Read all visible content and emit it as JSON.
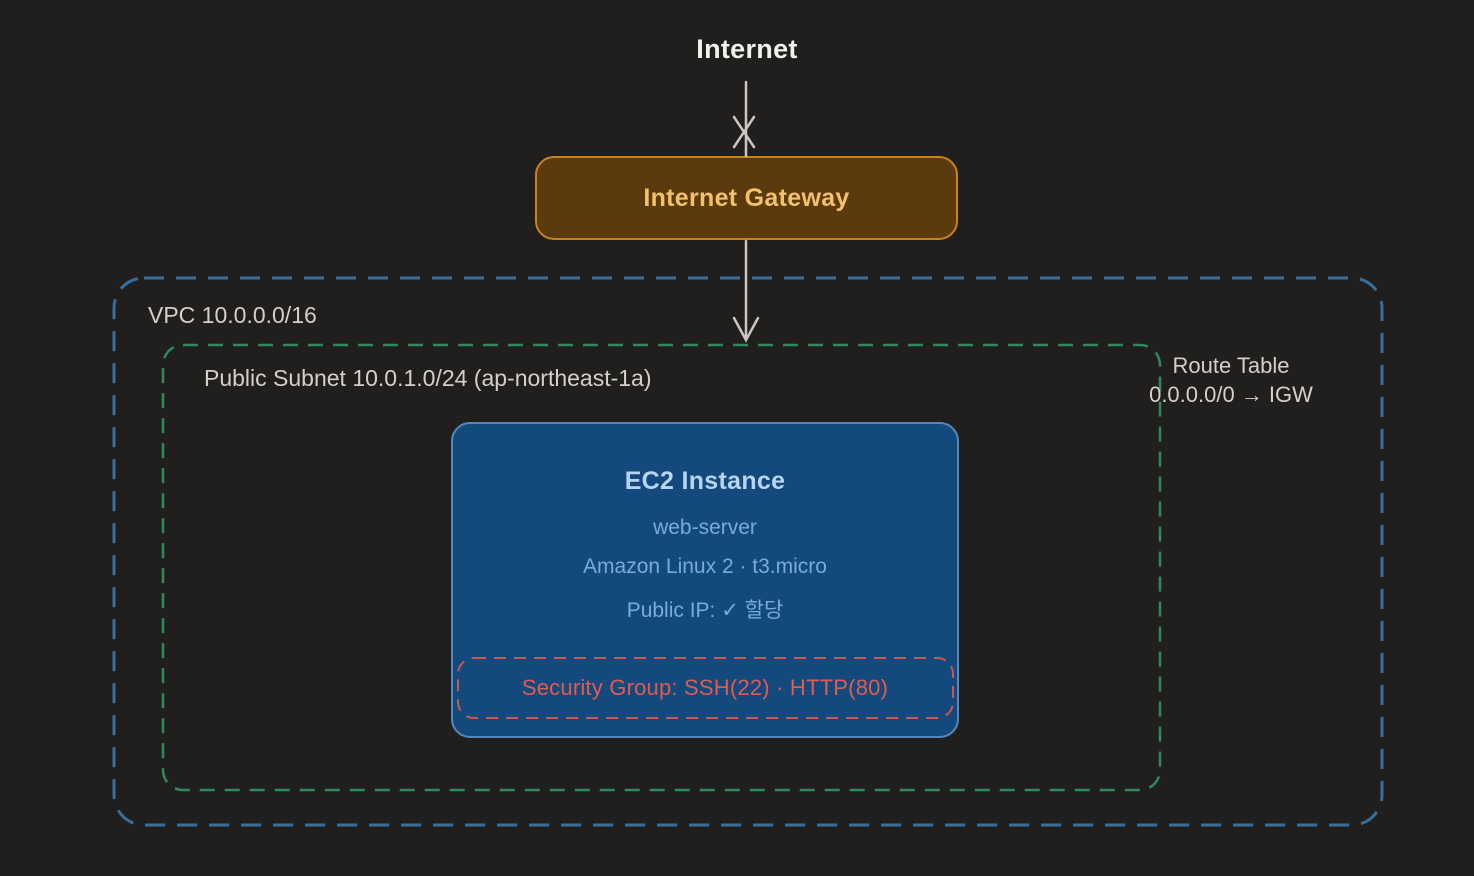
{
  "colors": {
    "canvas-bg": "#201f1e",
    "arrow": "#cac7c1",
    "title-text": "#f2f0eb",
    "label-text": "#d3d0ca",
    "igw-bg": "#5b3a0d",
    "igw-border": "#c8831f",
    "igw-text": "#f2c16c",
    "vpc-border": "#376f9f",
    "subnet-border": "#2f8a5c",
    "ec2-bg": "#13497c",
    "ec2-border": "#5589bd",
    "ec2-title": "#b7d4f0",
    "ec2-text": "#77abdf",
    "sg-border": "#c95752",
    "sg-text": "#e15b52"
  },
  "diagram": {
    "internet_label": "Internet",
    "internet_gateway": {
      "label": "Internet Gateway"
    },
    "vpc": {
      "label": "VPC 10.0.0.0/16"
    },
    "subnet": {
      "label": "Public Subnet 10.0.1.0/24 (ap-northeast-1a)"
    },
    "route_table": {
      "line1": "Route Table",
      "line2": "0.0.0.0/0 → IGW"
    },
    "ec2": {
      "title": "EC2 Instance",
      "instance_name": "web-server",
      "image_and_type": "Amazon Linux 2 · t3.micro",
      "public_ip": "Public IP: ✓ 할당",
      "security_group": "Security Group: SSH(22) · HTTP(80)"
    }
  }
}
